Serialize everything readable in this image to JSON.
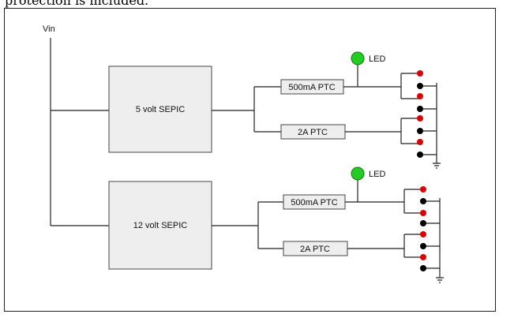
{
  "caption": "protection is included.",
  "vin_label": "Vin",
  "converters": [
    {
      "name": "5 volt SEPIC",
      "fuses": [
        "500mA PTC",
        "2A PTC"
      ],
      "led_label": "LED"
    },
    {
      "name": "12 volt SEPIC",
      "fuses": [
        "500mA PTC",
        "2A PTC"
      ],
      "led_label": "LED"
    }
  ],
  "colors": {
    "converter_fill": "#eeeeee",
    "fuse_fill": "#eeeeee",
    "led_green": "#22cc22",
    "terminal_positive": "#dd0000",
    "terminal_negative": "#000000",
    "wire": "#222222"
  }
}
